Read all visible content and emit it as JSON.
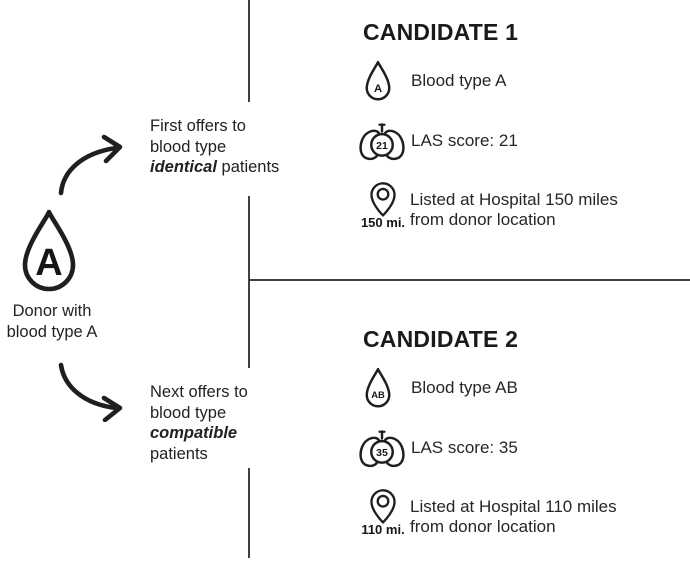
{
  "palette": {
    "ink": "#1f1f1f",
    "divider": "#3f3f3f",
    "background": "#ffffff"
  },
  "donor": {
    "icon": "blood-drop-icon",
    "blood_type": "A",
    "label_line1": "Donor with",
    "label_line2": "blood type A"
  },
  "flow": {
    "first_offer": {
      "line1": "First offers to",
      "line2": "blood type",
      "emphasis": "identical",
      "rest": " patients"
    },
    "next_offer": {
      "line1": "Next offers to",
      "line2": "blood type",
      "emphasis": "compatible",
      "rest": " patients"
    }
  },
  "candidates": [
    {
      "title": "CANDIDATE 1",
      "blood_type_badge": "A",
      "blood_type_label": "Blood type A",
      "las_badge": "21",
      "las_label": "LAS score: 21",
      "distance_label": "150 mi.",
      "listing_line1": "Listed at Hospital 150 miles",
      "listing_line2": "from donor location"
    },
    {
      "title": "CANDIDATE 2",
      "blood_type_badge": "AB",
      "blood_type_label": "Blood type AB",
      "las_badge": "35",
      "las_label": "LAS score: 35",
      "distance_label": "110 mi.",
      "listing_line1": "Listed at Hospital 110 miles",
      "listing_line2": "from donor location"
    }
  ]
}
